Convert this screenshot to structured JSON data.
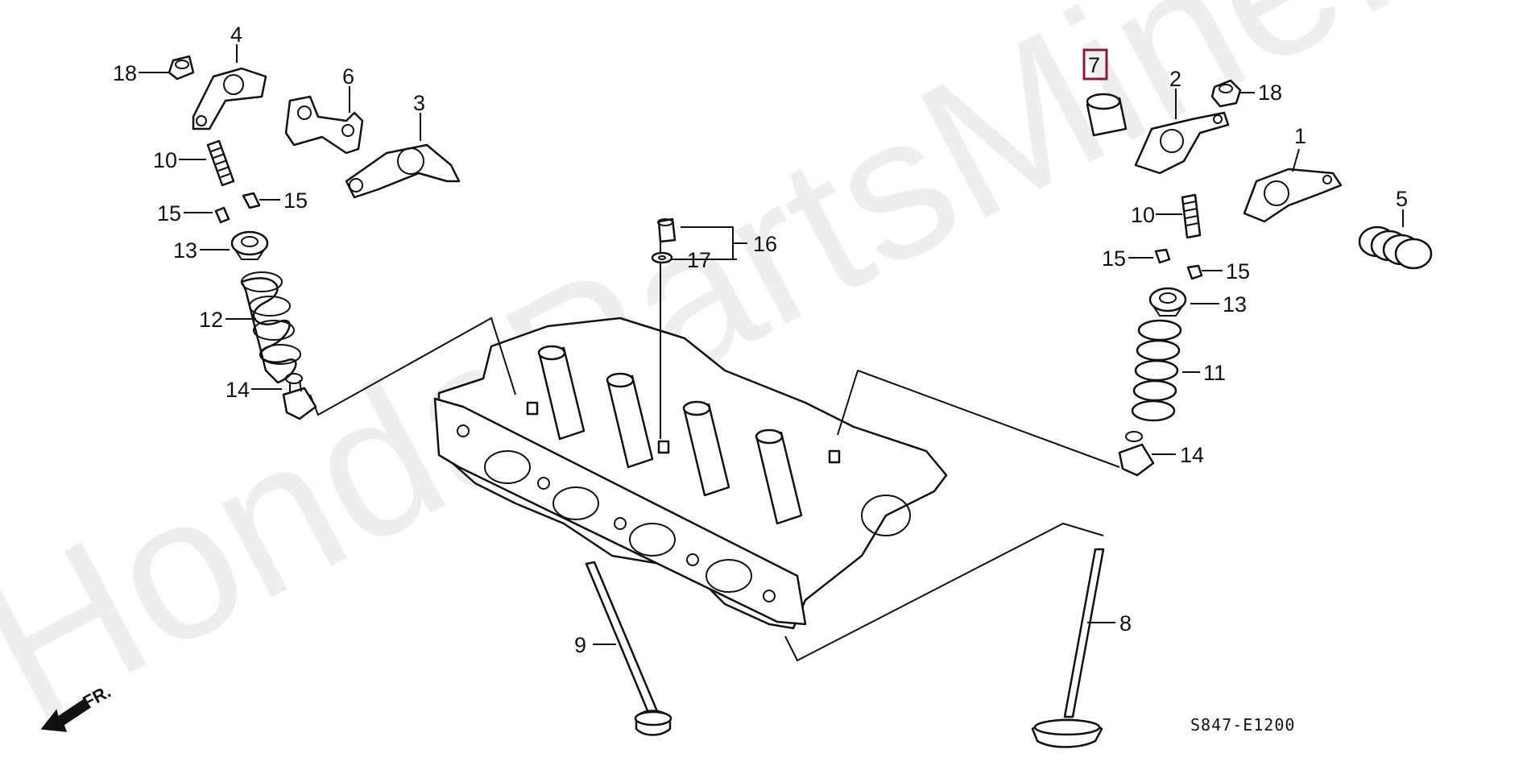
{
  "watermark": "HondaPartsMine.ru",
  "diagram_code": "S847-E1200",
  "direction_label": "FR.",
  "highlight_color": "#8b1a3a",
  "highlighted_label": "7",
  "callouts": {
    "c18_left": "18",
    "c4": "4",
    "c6": "6",
    "c3": "3",
    "c10_left": "10",
    "c15_left_a": "15",
    "c15_left_b": "15",
    "c13_left": "13",
    "c12": "12",
    "c14_left": "14",
    "c16": "16",
    "c17": "17",
    "c7": "7",
    "c2": "2",
    "c18_right": "18",
    "c1": "1",
    "c10_right": "10",
    "c5": "5",
    "c15_right_a": "15",
    "c15_right_b": "15",
    "c13_right": "13",
    "c11": "11",
    "c14_right": "14",
    "c9": "9",
    "c8": "8"
  }
}
